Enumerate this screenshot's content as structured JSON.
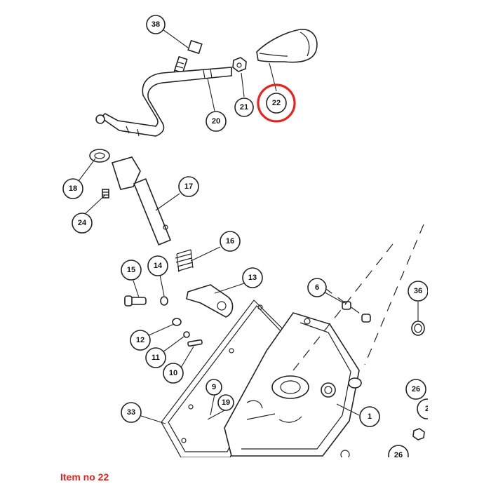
{
  "caption": "Item no 22",
  "highlight_color": "#e8231b",
  "callouts": [
    {
      "id": "38"
    },
    {
      "id": "21"
    },
    {
      "id": "22",
      "highlighted": true
    },
    {
      "id": "20"
    },
    {
      "id": "18"
    },
    {
      "id": "17"
    },
    {
      "id": "24"
    },
    {
      "id": "16"
    },
    {
      "id": "15"
    },
    {
      "id": "14"
    },
    {
      "id": "13"
    },
    {
      "id": "6"
    },
    {
      "id": "36"
    },
    {
      "id": "12"
    },
    {
      "id": "11"
    },
    {
      "id": "10"
    },
    {
      "id": "9"
    },
    {
      "id": "19"
    },
    {
      "id": "33"
    },
    {
      "id": "1"
    },
    {
      "id": "26"
    },
    {
      "id": "2"
    },
    {
      "id": "26"
    }
  ]
}
